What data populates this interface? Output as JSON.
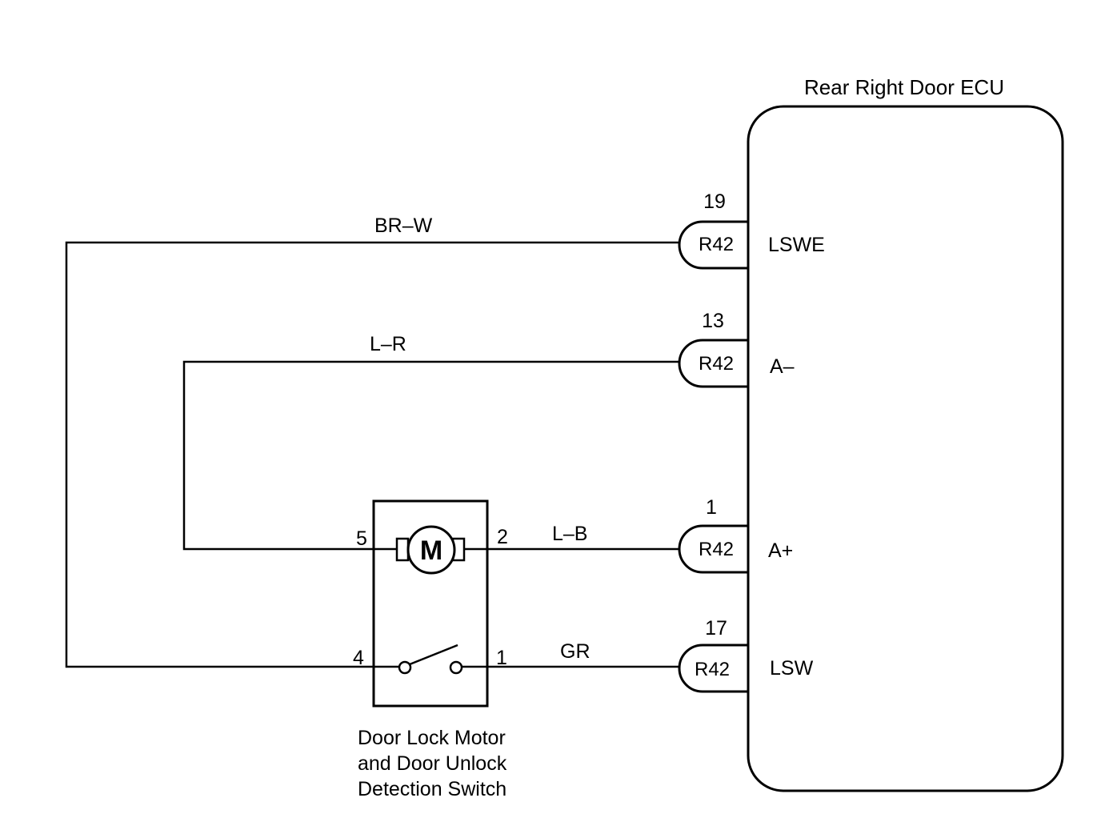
{
  "ecu": {
    "title": "Rear Right Door ECU",
    "pins": [
      {
        "terminal": "19",
        "connector": "R42",
        "signal": "LSWE",
        "wire_color": "BR–W"
      },
      {
        "terminal": "13",
        "connector": "R42",
        "signal": "A–",
        "wire_color": "L–R"
      },
      {
        "terminal": "1",
        "connector": "R42",
        "signal": "A+",
        "wire_color": "L–B"
      },
      {
        "terminal": "17",
        "connector": "R42",
        "signal": "LSW",
        "wire_color": "GR"
      }
    ]
  },
  "component": {
    "caption_lines": [
      "Door Lock Motor",
      "and Door Unlock",
      "Detection Switch"
    ],
    "motor_symbol": "M",
    "terminals": {
      "motor_left": "5",
      "motor_right": "2",
      "switch_left": "4",
      "switch_right": "1"
    }
  }
}
